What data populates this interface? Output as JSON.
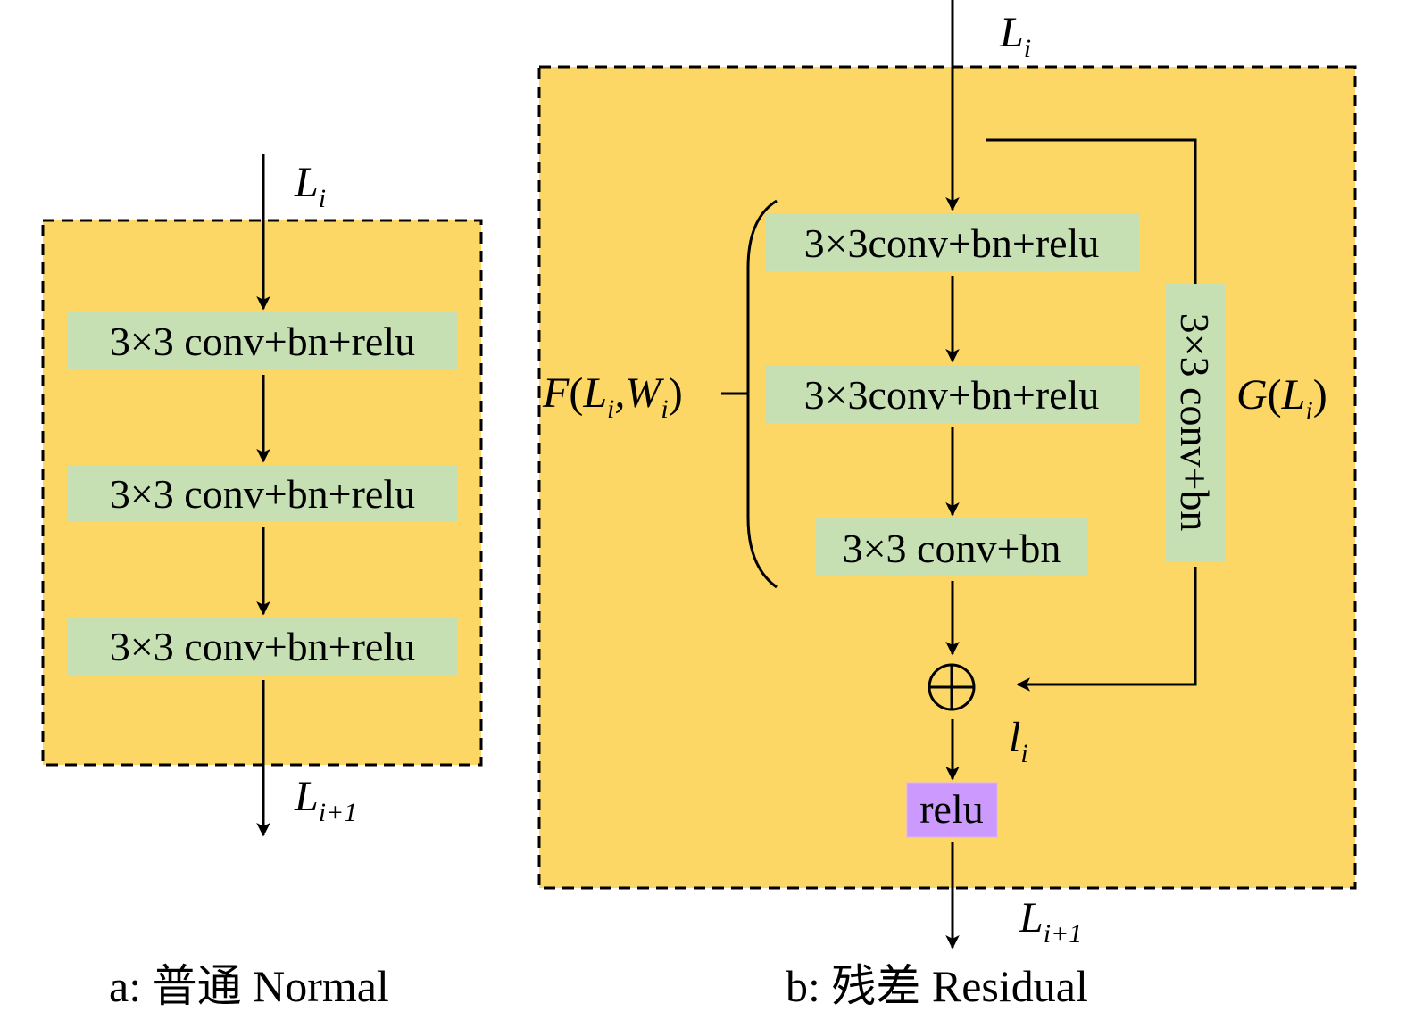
{
  "colors": {
    "panel_fill": "#fdd766",
    "panel_border": "#000000",
    "conv_block": "#c6e0b4",
    "relu_block": "#cc99ff",
    "line": "#000000"
  },
  "panel_a": {
    "input_label": {
      "main": "L",
      "sub": "i"
    },
    "output_label": {
      "main": "L",
      "sub": "i+1"
    },
    "blocks": [
      "3×3 conv+bn+relu",
      "3×3 conv+bn+relu",
      "3×3 conv+bn+relu"
    ],
    "caption": "a: 普通 Normal"
  },
  "panel_b": {
    "input_label": {
      "main": "L",
      "sub": "i"
    },
    "residual_blocks": [
      "3×3conv+bn+relu",
      "3×3conv+bn+relu",
      "3×3 conv+bn"
    ],
    "residual_function_label": {
      "f": "F",
      "open": "(",
      "a": "L",
      "a_sub": "i",
      "comma": ",",
      "b": "W",
      "b_sub": "i",
      "close": ")"
    },
    "shortcut_block": "3×3 conv+bn",
    "shortcut_function_label": {
      "f": "G",
      "open": "(",
      "a": "L",
      "a_sub": "i",
      "close": ")"
    },
    "sum_symbol": "⊕",
    "sum_output_label": {
      "main": "l",
      "sub": "i"
    },
    "activation_block": "relu",
    "output_label": {
      "main": "L",
      "sub": "i+1"
    },
    "caption": "b: 残差 Residual"
  }
}
